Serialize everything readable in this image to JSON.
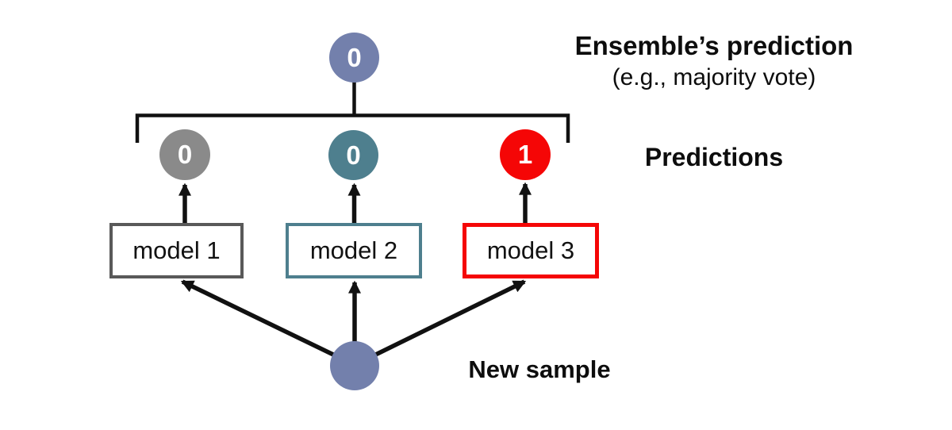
{
  "colors": {
    "background": "#ffffff",
    "ink": "#111111",
    "slate": "#7380ac",
    "gray": "#8a8a8a",
    "gray_border": "#595959",
    "teal": "#4e7f8e",
    "red": "#f50606"
  },
  "diagram": {
    "ensemble": {
      "value": "0",
      "title": "Ensemble’s prediction",
      "subtitle": "(e.g., majority vote)"
    },
    "predictions_label": "Predictions",
    "new_sample_label": "New sample",
    "models": [
      {
        "name": "model 1",
        "prediction": "0",
        "color": "#8a8a8a"
      },
      {
        "name": "model 2",
        "prediction": "0",
        "color": "#4e7f8e"
      },
      {
        "name": "model 3",
        "prediction": "1",
        "color": "#f50606"
      }
    ]
  }
}
